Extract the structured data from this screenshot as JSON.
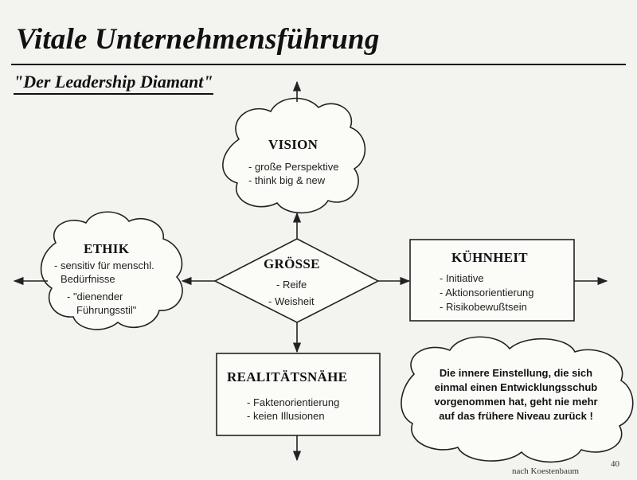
{
  "title": "Vitale Unternehmensführung",
  "subtitle": "\"Der Leadership Diamant\"",
  "vision": {
    "heading": "VISION",
    "items": [
      "- große Perspektive",
      "- think big & new"
    ]
  },
  "ethik": {
    "heading": "ETHIK",
    "items": [
      "- sensitiv für menschl.",
      "Bedürfnisse",
      "- \"dienender",
      "Führungsstil\""
    ]
  },
  "groesse": {
    "heading": "GRÖSSE",
    "items": [
      "- Reife",
      "- Weisheit"
    ]
  },
  "kuehnheit": {
    "heading": "KÜHNHEIT",
    "items": [
      "- Initiative",
      "- Aktionsorientierung",
      "- Risikobewußtsein"
    ]
  },
  "realitaet": {
    "heading": "REALITÄTSNÄHE",
    "items": [
      "- Faktenorientierung",
      "- keien Illusionen"
    ]
  },
  "quote": {
    "lines": [
      "Die innere Einstellung, die sich",
      "einmal einen Entwicklungsschub",
      "vorgenommen hat, geht nie mehr",
      "auf das frühere Niveau zurück !"
    ]
  },
  "footer": {
    "source": "nach Koestenbaum",
    "page_number": "40"
  }
}
